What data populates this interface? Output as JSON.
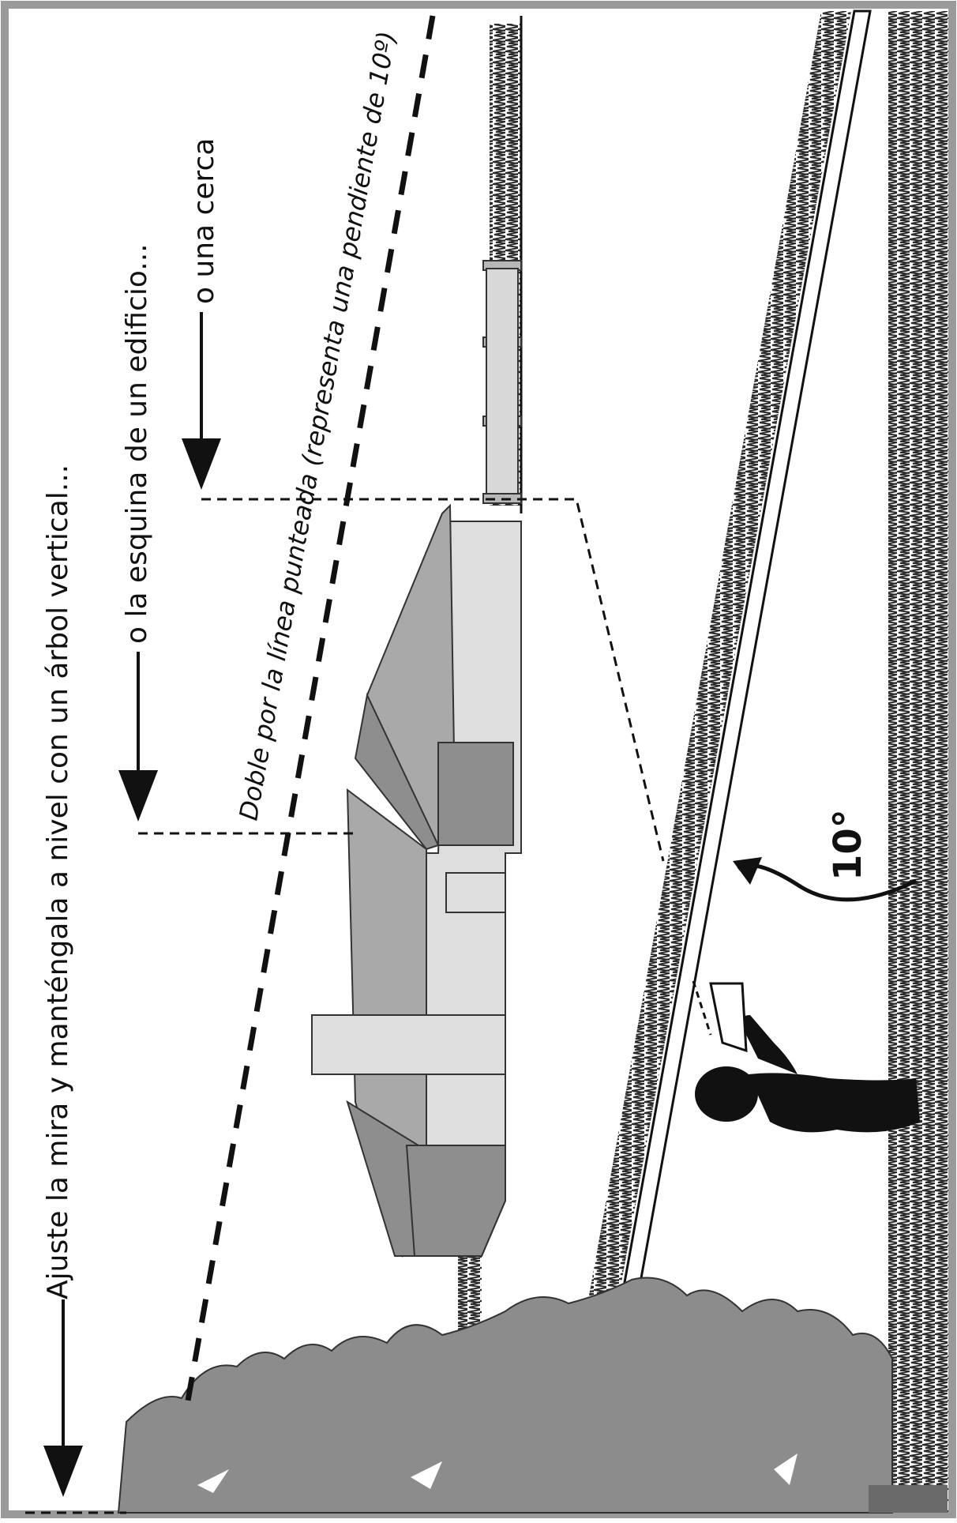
{
  "labels": {
    "instruction_tree": "Ajuste la mira y manténgala a nivel con un árbol vertical...",
    "instruction_building": "o la esquina de un edificio...",
    "instruction_fence": "o una cerca",
    "dashed_line_note_a": "Doble por la ",
    "dashed_line_note_b": "línea punteada",
    "dashed_line_note_c": " (representa una pendiente de 10º)",
    "angle": "10°"
  },
  "colors": {
    "frame": "#9a9a9a",
    "tree": "#8c8c8c",
    "roof_dark": "#8e8e8e",
    "roof_mid": "#a9a9a9",
    "wall_light": "#dedede",
    "silhouette": "#111111",
    "grass": "#333333"
  },
  "icons": {
    "arrow": "arrow-down-icon",
    "person": "person-silhouette-icon",
    "clinometer": "clinometer-icon"
  }
}
